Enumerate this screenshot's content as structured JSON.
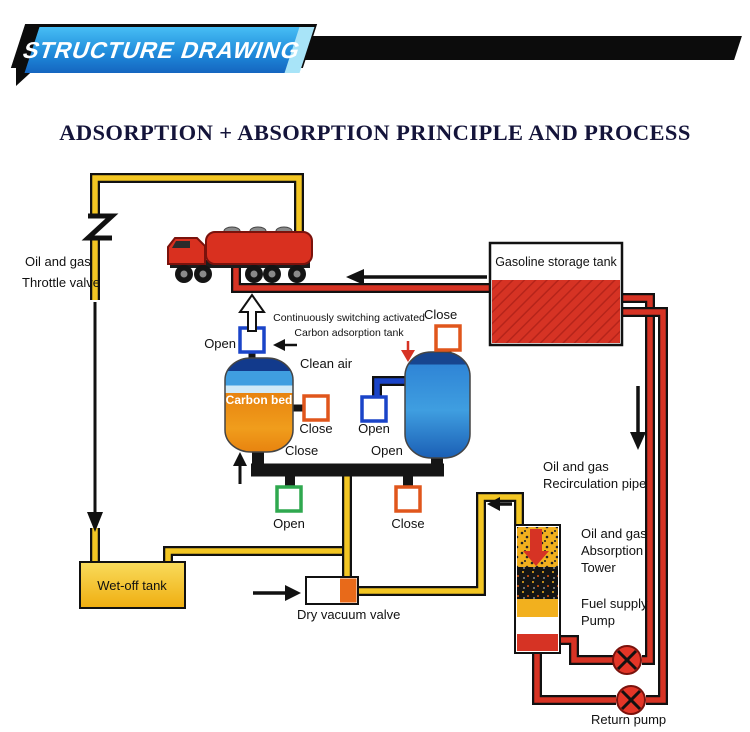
{
  "banner": {
    "title": "STRUCTURE DRAWING"
  },
  "heading": {
    "title": "ADSORPTION + ABSORPTION PRINCIPLE AND PROCESS"
  },
  "diagram": {
    "labels": {
      "throttle_line1": "Oil and gas",
      "throttle_line2": "Throttle valve",
      "gasoline_storage_tank": "Gasoline storage tank",
      "switching_line1": "Continuously switching activated",
      "switching_line2": "Carbon adsorption tank",
      "clean_air": "Clean air",
      "carbon_bed": "Carbon bed",
      "wet_off_tank": "Wet-off tank",
      "dry_vacuum_valve": "Dry vacuum valve",
      "recirculation_line1": "Oil and gas",
      "recirculation_line2": "Recirculation pipe",
      "absorption_tower_line1": "Oil and gas",
      "absorption_tower_line2": "Absorption",
      "absorption_tower_line3": "Tower",
      "fuel_supply_pump_line1": "Fuel supply",
      "fuel_supply_pump_line2": "Pump",
      "return_pump": "Return pump"
    },
    "valve_states": {
      "adsorber_left_inlet": "Open",
      "adsorber_right_inlet": "Close",
      "adsorber_left_outlet": "Close",
      "adsorber_right_outlet": "Open",
      "manifold_left_upper": "Close",
      "manifold_right_upper": "Open",
      "manifold_left_lower": "Open",
      "manifold_right_lower": "Close"
    },
    "colors": {
      "pipe_yellow": "#f3c623",
      "pipe_red": "#d63324",
      "pipe_blue": "#1a44c8",
      "valve_open_blue": "#1a44c8",
      "valve_close_orange": "#e0561c",
      "valve_green": "#2fa84f",
      "tank_red": "#d63324",
      "carbon_bed_orange": "#e8830f",
      "banner_blue": "#1e88d9",
      "banner_black": "#0c0c0c"
    }
  }
}
